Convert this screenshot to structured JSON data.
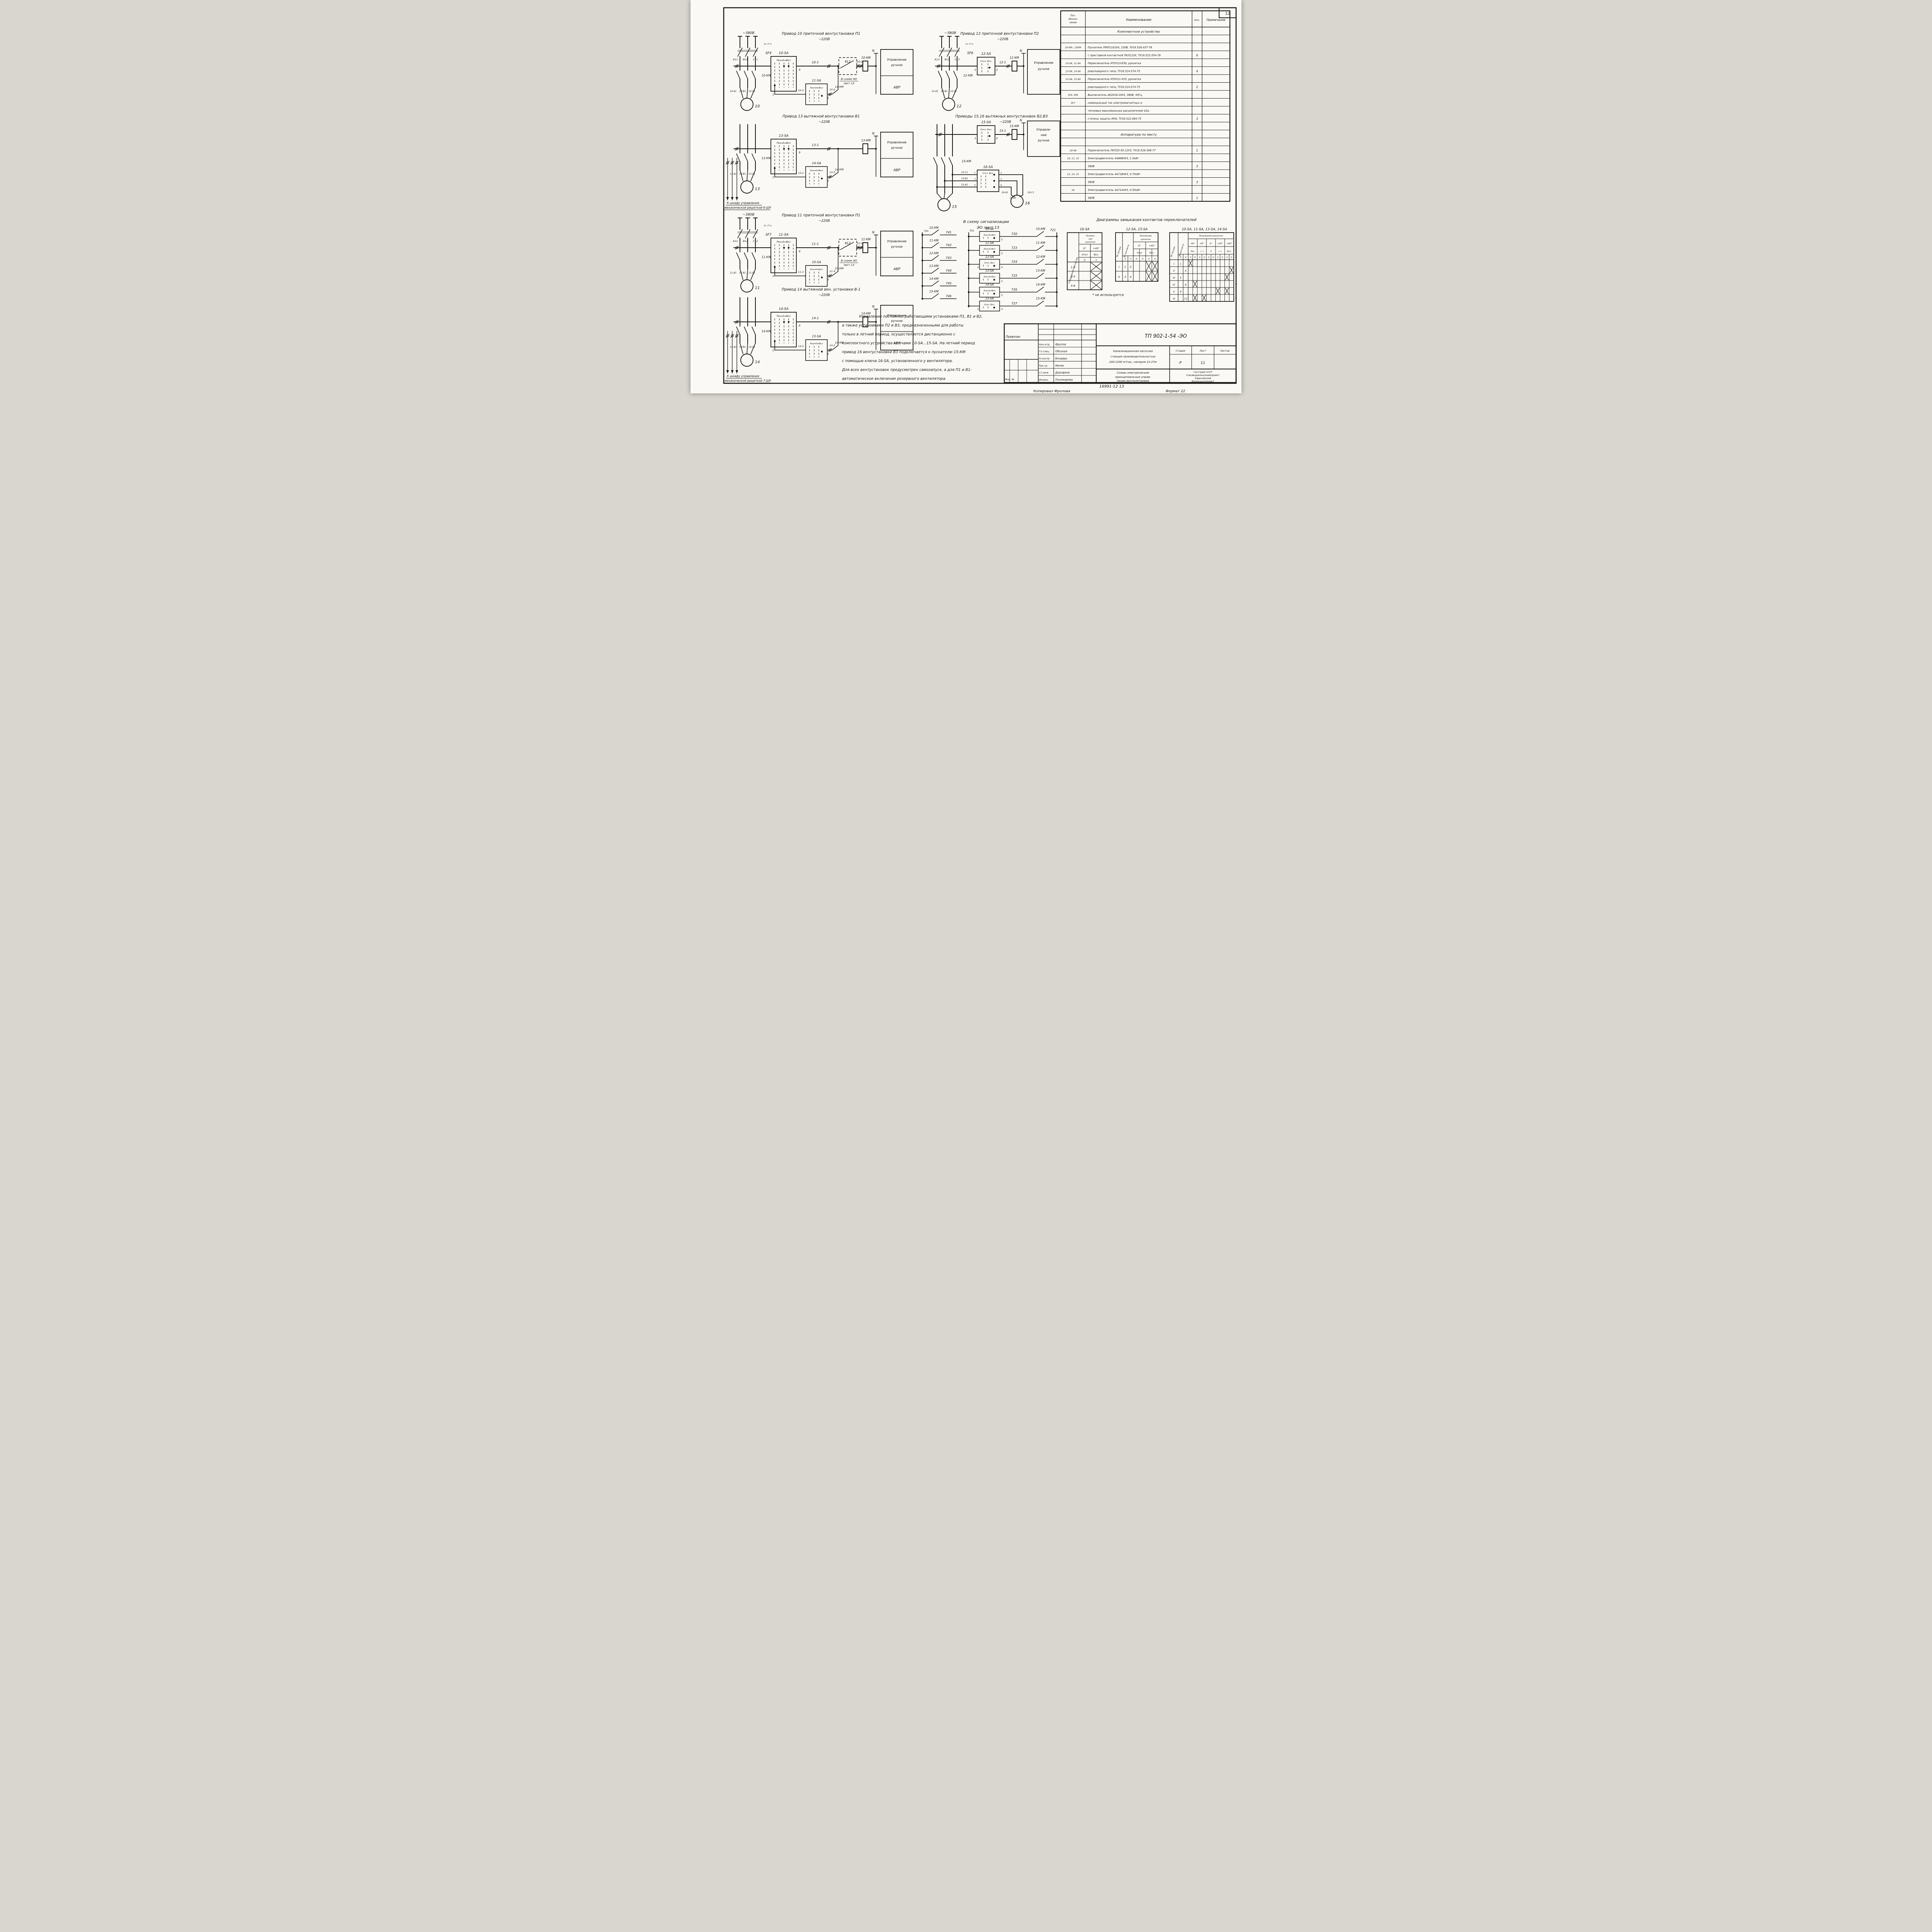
{
  "page": {
    "sheet_no": "12",
    "copy": "Копировал Фролова",
    "format": "Формат 22"
  },
  "text": {
    "lines": [
      "Управление постоянно работающими установками П1, В1 и В2,",
      "а также установками П2 и В3, предназначенными для работы",
      "только в летний период, осуществляется дистанционно с",
      "комплектного устройства ключами 10-SA...15-SA. На летний период",
      "привод 16 вентустановки В3 подключается к пускателю 15-КМ",
      "с помощью ключа 16-SA, установленного у вентилятора.",
      "Для всех вентустановок предусмотрен самозапуск, а для П1 и В1-",
      "автоматическое включение резервного вентилятора."
    ]
  },
  "d10": {
    "v380": "~380В",
    "title": "Привод 10 приточной вентустановки П1",
    "v220": "~220В",
    "trip": "I> t°>",
    "sf": "SF4",
    "ph": [
      "А11",
      "В11",
      "С11"
    ],
    "sa": "10-SA",
    "modes": "Рез↔0↔Вкл",
    "t_out": "9",
    "t_low": "1",
    "wire": "10-1",
    "kl": "KL2",
    "w2": "10-2",
    "coil": "10-КМ",
    "n": "N",
    "note": [
      "В схеме ЭО",
      "лист 13"
    ],
    "sa2": "11-SA",
    "modes2": "Рез↔0↔Вкл",
    "w3": "10-3",
    "t4": "4",
    "w4": "10-4",
    "km2": "11-КМ",
    "kmc": "10-КМ",
    "wm": [
      "10-А1",
      "10-В1",
      "10-С1"
    ],
    "motor": "10",
    "mgmt": [
      "Управление",
      "ручное",
      "АВР"
    ]
  },
  "d13": {
    "title": "Привод 13 вытяжной вентустановки В1",
    "v220": "~220В",
    "sa": "13-SA",
    "modes": "Рез↔0↔Вкл",
    "t_out": "9",
    "t_low": "1",
    "wire": "13-1",
    "coil": "13-КМ",
    "n": "N",
    "sa2": "14-SA",
    "modes2": "Рез↔0↔Вкл",
    "w3": "13-2",
    "t4": "4",
    "w4": "13-3",
    "km2": "14-КМ",
    "kmc": "13-КМ",
    "wm": [
      "13-А1",
      "13-В1",
      "13-С1"
    ],
    "motor": "13",
    "mgmt": [
      "Управление",
      "ручное",
      "АВР"
    ],
    "foot": [
      "К шкафу управления",
      "механической решеткой 6-ШУ"
    ]
  },
  "d11": {
    "v380": "~380В",
    "title": "Привод 11 приточной вентустановки П1",
    "v220": "~220В",
    "trip": "I> t°>",
    "sf": "SF7",
    "ph": [
      "А12",
      "В12",
      "С12"
    ],
    "sa": "11-SA",
    "modes": "Рез↔0↔Вкл",
    "t_out": "9",
    "t_low": "1",
    "wire": "11-1",
    "kl": "KL2",
    "w2": "11-2",
    "coil": "11-КМ",
    "n": "N",
    "note": [
      "В схеме ЭО",
      "лист 13"
    ],
    "sa2": "10-SA",
    "modes2": "Рез↔0↔Вкл",
    "w3": "11-3",
    "t4": "4",
    "w4": "11-4",
    "km2": "10-КМ",
    "kmc": "11-КМ",
    "wm": [
      "11-А1",
      "11-В1",
      "11-С1"
    ],
    "motor": "11",
    "mgmt": [
      "Управление",
      "ручное",
      "АВР"
    ]
  },
  "d14": {
    "title": "Привод 14 вытяжной вен. установки В-1",
    "v220": "~220В",
    "sa": "14-SA",
    "modes": "Рез↔0↔Вкл",
    "t_out": "9",
    "t_low": "1",
    "wire": "14-1",
    "coil": "14-КМ",
    "n": "N",
    "sa2": "13-SA",
    "modes2": "Рез↔0↔Вкл",
    "w3": "14-2",
    "t4": "4",
    "w4": "14-3",
    "km2": "13-КМ",
    "kmc": "14-КМ",
    "wm": [
      "14-А1",
      "14-В1",
      "14-С1"
    ],
    "motor": "14",
    "mgmt": [
      "Управление",
      "ручное",
      "АВР"
    ],
    "foot": [
      "К шкафу управления",
      "механической решеткой 7-ШУ"
    ]
  },
  "d12": {
    "v380": "~380В",
    "title": "Привод 12 приточной вентустановки П2",
    "v220": "~220В",
    "trip": "I> t°>",
    "sf": "SF6",
    "ph": [
      "А13",
      "В13",
      "С13"
    ],
    "sa": "12-SA",
    "modes": "Откл. Вкл.",
    "t1": "1",
    "t2": "2",
    "wire": "12-1",
    "coil": "12-КМ",
    "n": "N",
    "kmc": "12-КМ",
    "wm": [
      "12-А1",
      "12-В1",
      "12-С1"
    ],
    "motor": "12",
    "mgmt": [
      "Управление",
      "ручное"
    ]
  },
  "d1516": {
    "title": "Приводы 15,16 вытяжных вентустановок В2,В3",
    "v220": "~220В",
    "sa": "15-SA",
    "modes": "Откл. Вкл.",
    "t1": "1",
    "t2": "2",
    "wire": "15-1",
    "coil": "15-КМ",
    "n": "N",
    "mgmt": [
      "Управле-",
      "ние",
      "ручное"
    ],
    "kmc": "15-КМ",
    "sa2": "16-SA",
    "modes2": "Откл. Вкл.",
    "tl": [
      "1",
      "3",
      "5"
    ],
    "tr": [
      "2",
      "4",
      "6"
    ],
    "win": [
      "15-С1",
      "15-В1",
      "15-А1"
    ],
    "wout": [
      "16-А1",
      "16-В1",
      "16-С1"
    ],
    "m15": "15",
    "m16": "16"
  },
  "sig": {
    "title1": "В схему сигнализации",
    "title2": "ЭО лист 13",
    "rail": "701",
    "rail_end": "721",
    "left": [
      {
        "km": "10-КМ",
        "wire": "741"
      },
      {
        "km": "11-КМ",
        "wire": "742"
      },
      {
        "km": "12-КМ",
        "wire": "743"
      },
      {
        "km": "13-КМ",
        "wire": "744"
      },
      {
        "km": "14-КМ",
        "wire": "745"
      },
      {
        "km": "15-КМ",
        "wire": "746"
      }
    ],
    "right": [
      {
        "sa": "10-SA",
        "modes": "Рез↔0↔Вкл",
        "t": "5",
        "out": "720",
        "km": "10-КМ"
      },
      {
        "sa": "11-SA",
        "modes": "Рез↔0↔Вкл",
        "t": "5",
        "out": "723",
        "km": "11-КМ"
      },
      {
        "sa": "12-SA",
        "modes": "Откл. Вкл.",
        "t3": "3",
        "t4": "4",
        "out": "724",
        "km": "12-КМ"
      },
      {
        "sa": "13-SA",
        "modes": "Рез↔0↔Вкл",
        "t": "5",
        "out": "725",
        "km": "13-КМ"
      },
      {
        "sa": "14-SA",
        "modes": "Рез↔0↔Вкл",
        "t": "5",
        "out": "726",
        "km": "14-КМ"
      },
      {
        "sa": "15-SA",
        "modes": "Откл. Вкл.",
        "t3": "3",
        "t4": "4",
        "out": "727",
        "km": "15-КМ"
      }
    ]
  },
  "parts": {
    "hdr_pos": [
      "Поз.",
      "обозна-",
      "чение"
    ],
    "hdr_name": "Наименование",
    "hdr_qty": "Кол.",
    "hdr_note": "Примечание",
    "rows": [
      {
        "pos": "",
        "name": "Комплектное устройство",
        "qty": "",
        "section": true
      },
      {
        "pos": "",
        "name": "",
        "qty": ""
      },
      {
        "pos": "10-КМ...15КМ",
        "name": "Пускатель ПМЛ110104, 220В, ТУ16.526.437-78",
        "qty": ""
      },
      {
        "pos": "",
        "name": "с приставкой контактной ПКЛ110У, ТУ16.523.554-78",
        "qty": "6"
      },
      {
        "pos": "10-SA, 11-SA",
        "name": "Переключатель УП5313-Е50, рукоятка",
        "qty": ""
      },
      {
        "pos": "13-SA, 14-SA",
        "name": "револьверного типа, ТУ16.524.074-75",
        "qty": "4"
      },
      {
        "pos": "12-SA, 15-SA",
        "name": "Переключатель УП5311-У25, рукоятка",
        "qty": ""
      },
      {
        "pos": "",
        "name": "револьверного типа, ТУ16.524.074-75",
        "qty": "2"
      },
      {
        "pos": "SF4, SF6",
        "name": "Выключатель АЕ2016-10У3, 380В, 50Гц,",
        "qty": ""
      },
      {
        "pos": "SF7",
        "name": "номинальный ток электромагнитных и",
        "qty": ""
      },
      {
        "pos": "",
        "name": "тепловых максимальных расцепителей 10А,",
        "qty": ""
      },
      {
        "pos": "",
        "name": "степень защиты IP00, ТУ16.522.064-75",
        "qty": "3"
      },
      {
        "pos": "",
        "name": "",
        "qty": ""
      },
      {
        "pos": "",
        "name": "Аппаратура по месту",
        "qty": "",
        "section": true
      },
      {
        "pos": "",
        "name": "",
        "qty": ""
      },
      {
        "pos": "16-SA",
        "name": "Переключатель ПКП25-50-12У3, ТУ16.526.308-77",
        "qty": "1"
      },
      {
        "pos": "10, 11, 12",
        "name": "Электродвигатель 4А80В4У3, 1.5кВт",
        "qty": ""
      },
      {
        "pos": "",
        "name": "380В",
        "qty": "3"
      },
      {
        "pos": "13, 14, 15",
        "name": "Электродвигатель 4А71В4У3, 0.75кВт",
        "qty": ""
      },
      {
        "pos": "",
        "name": "380В",
        "qty": "3"
      },
      {
        "pos": "16",
        "name": "Электродвигатель 4А71А4У3, 0.55кВт",
        "qty": ""
      },
      {
        "pos": "",
        "name": "380В",
        "qty": "1"
      }
    ]
  },
  "diag": {
    "title": "Диаграммы замыкания контактов переключателей",
    "note": "* не используется",
    "star": "*",
    "lp": [
      "Л",
      "П"
    ],
    "t1": {
      "name": "16-SA",
      "col1": "Соединение контактов",
      "pos_hdr": [
        "Положе-",
        "ние",
        "рукоятки"
      ],
      "p0": "0°",
      "p45": "+45°",
      "off": "Откл",
      "on": "Вкл.",
      "z": "0",
      "o": "1",
      "rows": [
        {
          "c": "1-2"
        },
        {
          "c": "3-4"
        },
        {
          "c": "5-6"
        }
      ]
    },
    "t2": {
      "name": "12-SA, 15-SA",
      "sec": "№ секции",
      "cont": "№ контакта",
      "pos_hdr": [
        "Положение",
        "рукоятки"
      ],
      "p0": "0°",
      "p45": "+45°",
      "off": "Откл",
      "on": "Вкл.",
      "rows": [
        {
          "sec": "I",
          "a": "1",
          "b": "2"
        },
        {
          "sec": "II",
          "a": "3",
          "b": "4"
        }
      ]
    },
    "t3": {
      "name": "10-SA, 11-SA, 13-SA, 14-SA",
      "sec": "№ секции",
      "cont": "№ контакта",
      "pos_hdr": "Положение рукоятки",
      "positions": [
        "-90°",
        "-45°",
        "0°",
        "+45°",
        "+90°"
      ],
      "symbols": [
        "Рез.",
        "←→",
        "0",
        "←→",
        "Вкл."
      ],
      "rows": [
        {
          "sec": "I",
          "l": "1",
          "p": "",
          "x": [
            0
          ]
        },
        {
          "sec": "II",
          "l": "",
          "p": "4",
          "x": [
            9
          ]
        },
        {
          "sec": "III",
          "l": "5",
          "p": "",
          "x": [
            8
          ]
        },
        {
          "sec": "IV",
          "l": "",
          "p": "8",
          "x": [
            1
          ],
          "star": true
        },
        {
          "sec": "V",
          "l": "9",
          "p": "",
          "x": [
            6,
            8
          ]
        },
        {
          "sec": "VI",
          "l": "",
          "p": "12",
          "x": [
            1,
            3
          ],
          "star": true
        }
      ]
    }
  },
  "stamp": {
    "doc": "ТП 902-1-54 -ЭО",
    "privyazan": "Привязан",
    "inv": "Инв. №",
    "docnum": "16991-12   13",
    "sign_rows": [
      [
        "Нач.отд.",
        "Фролов"
      ],
      [
        "Гл.спец",
        "Обозная"
      ],
      [
        "Н.контр",
        "Бондарь"
      ],
      [
        "Рук.гр.",
        "Мизяк"
      ],
      [
        "Ст.инж",
        "Дорофеев"
      ],
      [
        "Инжен.",
        "Пономарева"
      ]
    ],
    "project": [
      "Канализационная насосная",
      "станция производительностью",
      "200-1200 м³/час, напором 12-27м"
    ],
    "stage_hdr": "Стадия",
    "sheet_hdr": "Лист",
    "sheets_hdr": "Листов",
    "stage": "Р",
    "sheet": "11",
    "sheets": "",
    "subtitle": [
      "Схемы электрические",
      "принципиальные управ-",
      "ления вентиляторами"
    ],
    "org": [
      "Госстрой СССР",
      "Союзводоканалниипроект",
      "Харьковский",
      "Водоканалпроект"
    ]
  }
}
